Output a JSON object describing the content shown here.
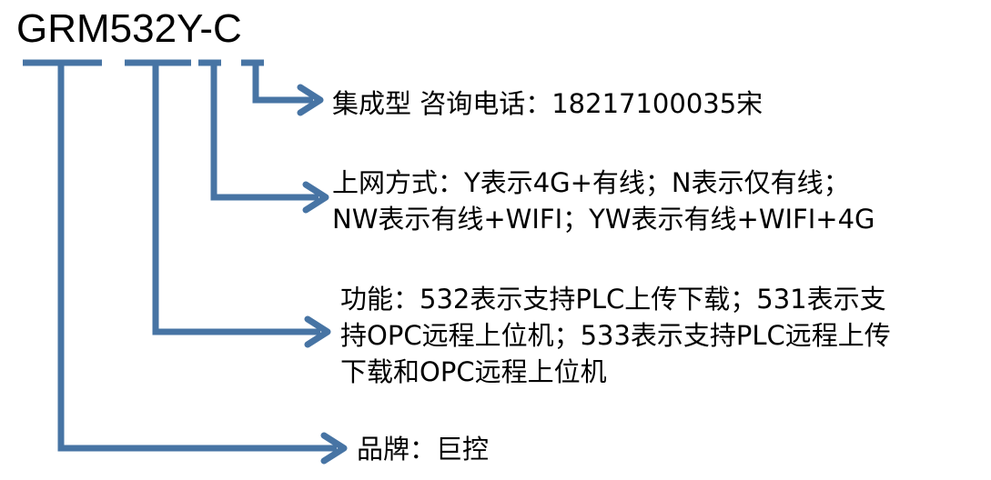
{
  "model_code": "GRM532Y-C",
  "line_color": "#4774a4",
  "annotations": [
    {
      "segment": "C",
      "lines": [
        "集成型  咨询电话：18217100035宋"
      ]
    },
    {
      "segment": "Y",
      "lines": [
        "上网方式：Y表示4G+有线；N表示仅有线；",
        "NW表示有线+WIFI；YW表示有线+WIFI+4G"
      ]
    },
    {
      "segment": "532",
      "lines": [
        "功能：532表示支持PLC上传下载；531表示支",
        "持OPC远程上位机；533表示支持PLC远程上传",
        "下载和OPC远程上位机"
      ]
    },
    {
      "segment": "GRM",
      "lines": [
        "品牌：巨控"
      ]
    }
  ]
}
